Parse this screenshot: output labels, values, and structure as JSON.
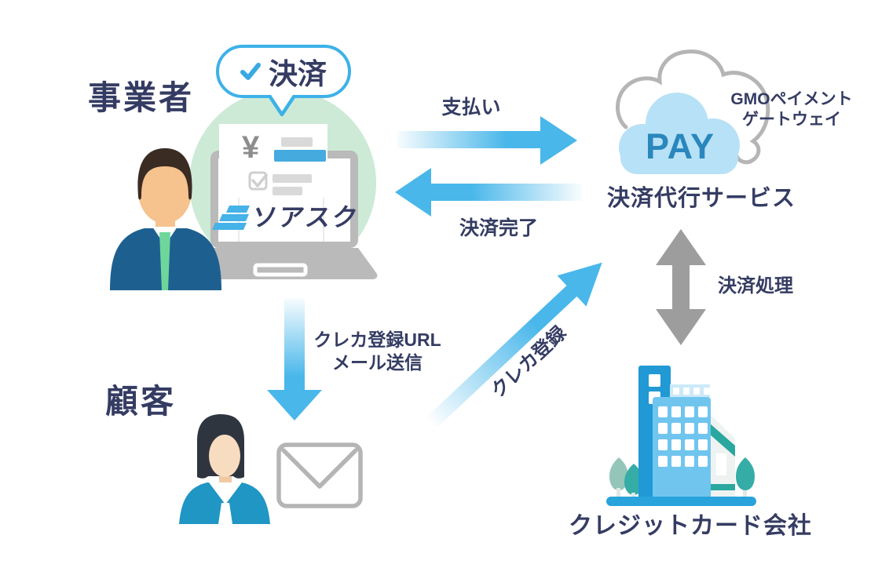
{
  "business": {
    "label": "事業者",
    "bubble_label": "決済",
    "screen_logo": "ソアスク",
    "receipt_currency": "¥"
  },
  "customer": {
    "label": "顧客"
  },
  "gateway": {
    "cloud_word": "PAY",
    "provider_line1": "GMOペイメント",
    "provider_line2": "ゲートウェイ",
    "label": "決済代行サービス"
  },
  "card_company": {
    "label": "クレジットカード会社"
  },
  "flows": {
    "pay": "支払い",
    "pay_done": "決済完了",
    "register_url_line1": "クレカ登録URL",
    "register_url_line2": "メール送信",
    "register": "クレカ登録",
    "processing": "決済処理"
  },
  "colors": {
    "navy_text": "#353c63",
    "arrow_blue": "#49b7ea",
    "bubble_border": "#3db1e8",
    "pay_text": "#2a87bd",
    "cloud_fill": "#b7e1f6",
    "outline_gray": "#b5b5b5",
    "processing_arrow_gray": "#9d9d9d",
    "backdrop_green": "#cdead7",
    "suit_navy": "#1d6090",
    "tie_green": "#6fd69b",
    "customer_jacket": "#1f96c4",
    "building_blue": "#2099d4",
    "building_light_blue": "#70c5ef",
    "tree_teal": "#35ada6",
    "ground_blue": "#28a3db",
    "logo_blue": "#45b2e8"
  }
}
